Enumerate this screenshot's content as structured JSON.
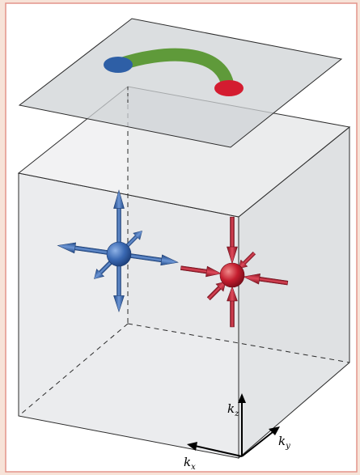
{
  "figure": {
    "background": "#f7e3d8",
    "frame_color": "#e4948a",
    "box_face_color": "#e6e8e9",
    "plane_color": "#d5d8db",
    "source_color": "#2e5fa6",
    "sink_color": "#c0142e",
    "arc_color": "#5f9a3a"
  },
  "axes": {
    "kx": {
      "base": "k",
      "sub": "x"
    },
    "ky": {
      "base": "k",
      "sub": "y"
    },
    "kz": {
      "base": "k",
      "sub": "z"
    }
  },
  "monopoles": [
    {
      "name": "source",
      "color": "#2e5fa6",
      "flow": "outward"
    },
    {
      "name": "sink",
      "color": "#c0142e",
      "flow": "inward"
    }
  ],
  "surface_projection": {
    "endpoints": [
      "blue",
      "red"
    ],
    "arc": "green"
  }
}
